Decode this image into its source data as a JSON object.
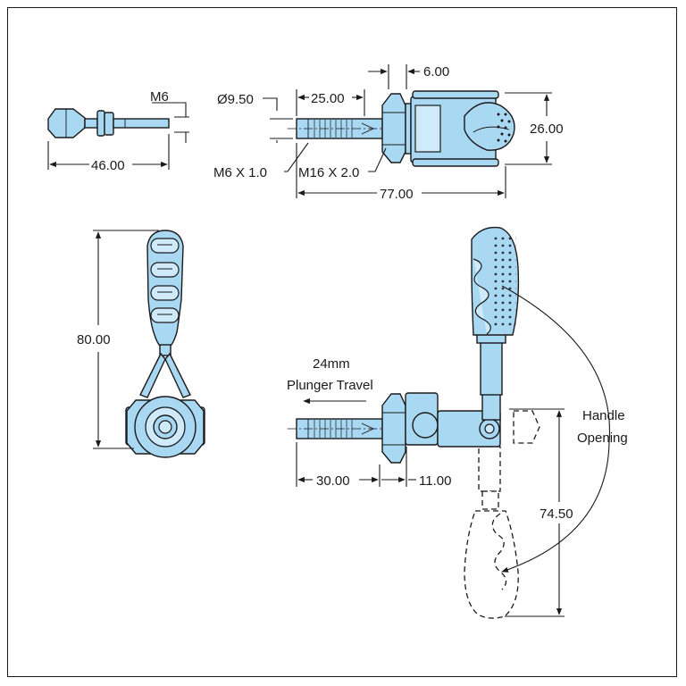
{
  "dimensions": {
    "thread_small": "M6",
    "bolt_length": "46.00",
    "diameter": "Ø9.50",
    "thread_length": "25.00",
    "nut_width": "6.00",
    "height": "26.00",
    "thread_m6": "M6 X 1.0",
    "thread_m16": "M16 X 2.0",
    "overall_length": "77.00",
    "side_height": "80.00",
    "plunger_extension": "30.00",
    "nut_offset": "11.00",
    "handle_travel": "74.50"
  },
  "notes": {
    "plunger_line1": "24mm",
    "plunger_line2": "Plunger Travel",
    "handle_line1": "Handle",
    "handle_line2": "Opening"
  },
  "colors": {
    "part_fill": "#a9d8f3",
    "outline": "#1a1a1a",
    "background": "#ffffff"
  }
}
